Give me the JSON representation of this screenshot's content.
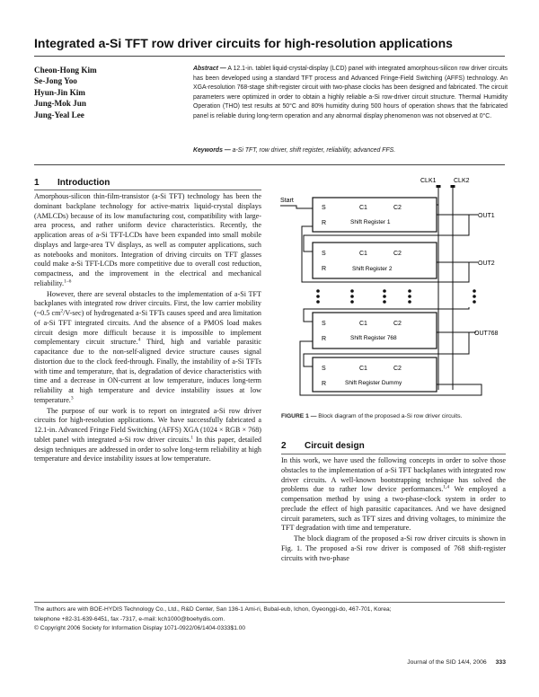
{
  "title": "Integrated a-Si TFT row driver circuits for high-resolution applications",
  "authors": [
    "Cheon-Hong Kim",
    "Se-Jong Yoo",
    "Hyun-Jin Kim",
    "Jung-Mok Jun",
    "Jung-Yeal Lee"
  ],
  "abstract": {
    "label": "Abstract —",
    "text": " A 12.1-in. tablet liquid-crystal-display (LCD) panel with integrated amorphous-silicon row driver circuits has been developed using a standard TFT process and Advanced Fringe-Field Switching (AFFS) technology. An XGA-resolution 768-stage shift-register circuit with two-phase clocks has been designed and fabricated. The circuit parameters were optimized in order to obtain a highly reliable a-Si row-driver circuit structure. Thermal Humidity Operation (THO) test results at 50°C and 80% humidity during 500 hours of operation shows that the fabricated panel is reliable during long-term operation and any abnormal display phenomenon was not observed at 0°C."
  },
  "keywords": {
    "label": "Keywords —",
    "text": " a-Si TFT, row driver, shift register, reliability, advanced FFS."
  },
  "section1": {
    "num": "1",
    "title": "Introduction",
    "p1": "Amorphous-silicon thin-film-transistor (a-Si TFT) technology has been the dominant backplane technology for active-matrix liquid-crystal displays (AMLCDs) because of its low manufacturing cost, compatibility with large-area process, and rather uniform device characteristics. Recently, the application areas of a-Si TFT-LCDs have been expanded into small mobile displays and large-area TV displays, as well as computer applications, such as notebooks and monitors. Integration of driving circuits on TFT glasses could make a-Si TFT-LCDs more competitive due to overall cost reduction, compactness, and the improvement in the electrical and mechanical reliability.",
    "p1_ref": "1–6",
    "p2a": "However, there are several obstacles to the implementation of a-Si TFT backplanes with integrated row driver circuits. First, the low carrier mobility (~0.5 cm",
    "p2_sup1": "2",
    "p2b": "/V-sec) of hydrogenated a-Si TFTs causes speed and area limitation of a-Si TFT integrated circuits. And the absence of a PMOS load makes circuit design more difficult because it is impossible to implement complementary circuit structure.",
    "p2_ref1": "4",
    "p2c": " Third, high and variable parasitic capacitance due to the non-self-aligned device structure causes signal distortion due to the clock feed-through. Finally, the instability of a-Si TFTs with time and temperature, that is, degradation of device characteristics with time and a decrease in ON-current at low temperature, induces long-term reliability at high temperature and device instability issues at low temperature.",
    "p2_ref2": "3",
    "p3a": "The purpose of our work is to report on integrated a-Si row driver circuits for high-resolution applications. We have successfully fabricated a 12.1-in. Advanced Fringe Field Switching (AFFS) XGA (1024 × RGB × 768) tablet panel with integrated a-Si row driver circuits.",
    "p3_ref": "1",
    "p3b": " In this paper, detailed design techniques are addressed in order to solve long-term reliability at high temperature and device instability issues at low temperature."
  },
  "section2": {
    "num": "2",
    "title": "Circuit design",
    "p1a": "In this work, we have used the following concepts in order to solve those obstacles to the implementation of a-Si TFT backplanes with integrated row driver circuits. A well-known bootstrapping technique has solved the problems due to rather low device performances.",
    "p1_ref": "1,4",
    "p1b": " We employed a compensation method by using a two-phase-clock system in order to preclude the effect of high parasitic capacitances. And we have designed circuit parameters, such as TFT sizes and driving voltages, to minimize the TFT degradation with time and temperature.",
    "p2": "The block diagram of the proposed a-Si row driver circuits is shown in Fig. 1. The proposed a-Si row driver is composed of 768 shift-register circuits with two-phase"
  },
  "figure": {
    "start_label": "Start",
    "clk1": "CLK1",
    "clk2": "CLK2",
    "blocks": [
      {
        "name": "Shift Register 1",
        "s": "S",
        "r": "R",
        "c1": "C1",
        "c2": "C2",
        "out": "OUT1"
      },
      {
        "name": "Shift Register 2",
        "s": "S",
        "r": "R",
        "c1": "C1",
        "c2": "C2",
        "out": "OUT2"
      },
      {
        "name": "Shift Register 768",
        "s": "S",
        "r": "R",
        "c1": "C1",
        "c2": "C2",
        "out": "OUT768"
      },
      {
        "name": "Shift Register Dummy",
        "s": "S",
        "r": "R",
        "c1": "C1",
        "c2": "C2",
        "out": ""
      }
    ],
    "caption_label": "FIGURE 1 —",
    "caption_text": " Block diagram of the proposed a-Si row driver circuits."
  },
  "footnote": {
    "line1": "The authors are with BOE-HYDIS Technology Co., Ltd., R&D Center, San 136-1 Ami-ri, Bubal-eub, Ichon, Gyeonggi-do, 467-701, Korea;",
    "line2": "telephone +82-31-639-6451, fax -7317, e-mail: kch1000@boehydis.com.",
    "line3": "© Copyright 2006 Society for Information Display 1071-0922/06/1404-0333$1.00"
  },
  "journal": {
    "name": "Journal of the SID 14/4, 2006",
    "page": "333"
  }
}
